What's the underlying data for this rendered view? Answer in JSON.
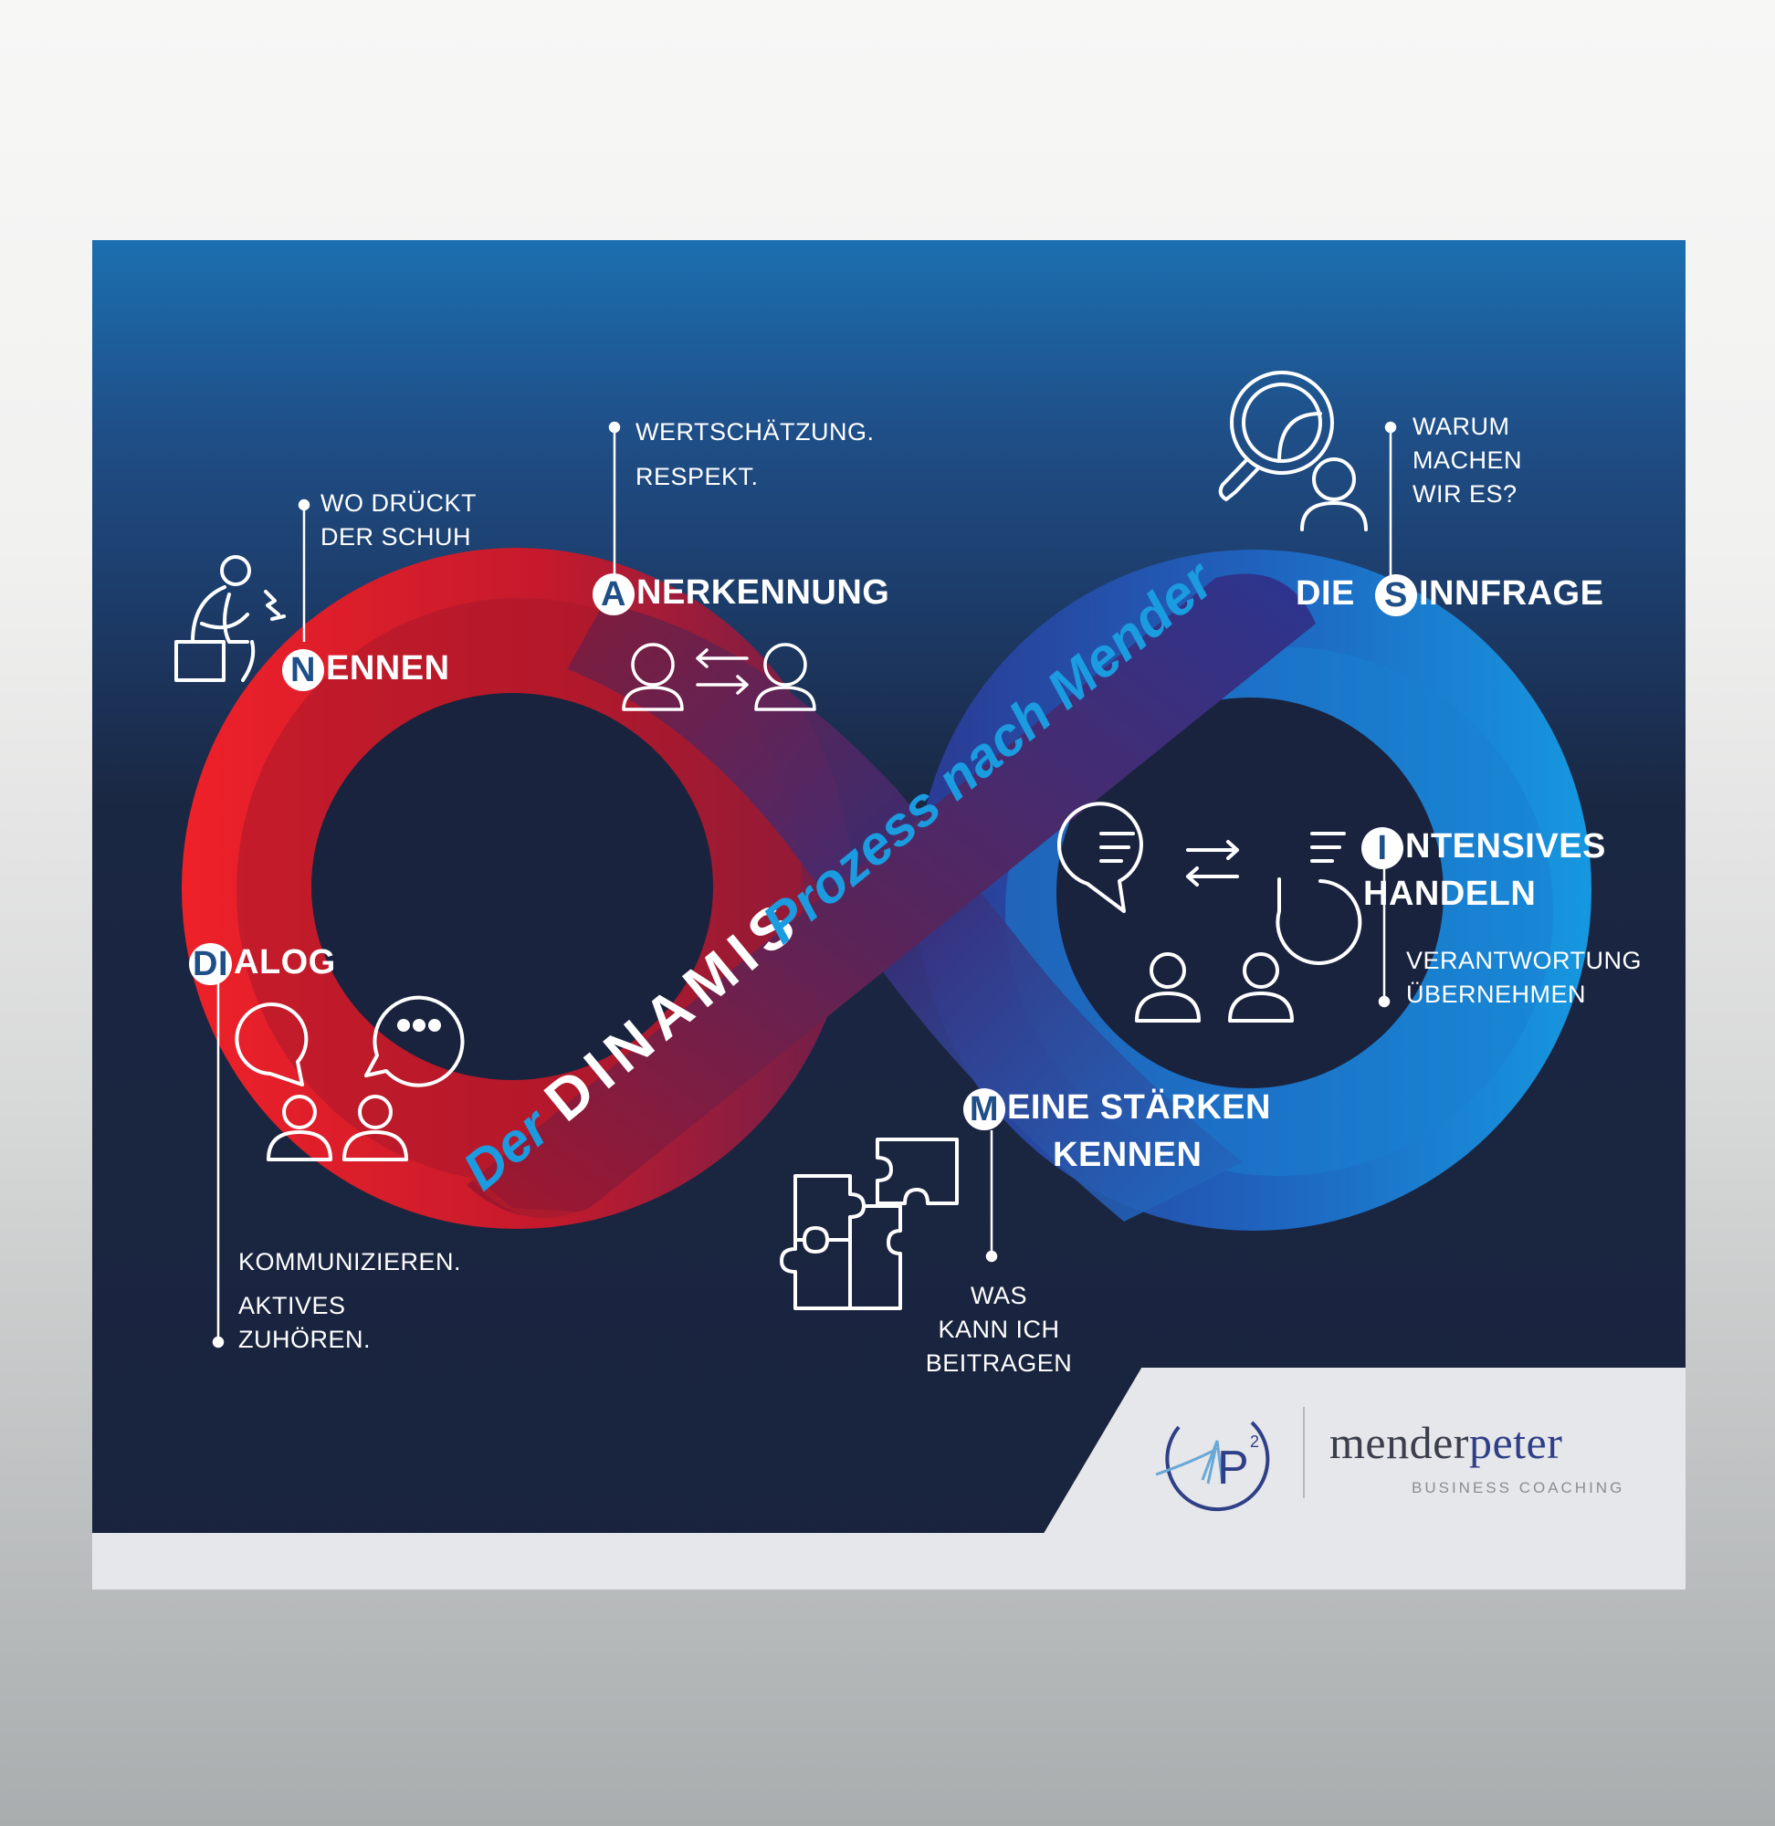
{
  "title": {
    "prefix": "Der",
    "main": "DINAMIS",
    "suffix": "Prozess nach Mender"
  },
  "steps": [
    {
      "id": "N",
      "badge": "N",
      "heading_rest": "ENNEN",
      "note": [
        "WO DRÜCKT",
        "DER SCHUH"
      ],
      "icon": "person-pain-icon"
    },
    {
      "id": "A",
      "badge": "A",
      "heading_rest": "NERKENNUNG",
      "note": [
        "WERTSCHÄTZUNG.",
        "RESPEKT."
      ],
      "icon": "people-exchange-icon"
    },
    {
      "id": "S",
      "heading_pre": "DIE",
      "badge": "S",
      "heading_rest": "INNFRAGE",
      "note": [
        "WARUM",
        "MACHEN",
        "WIR ES?"
      ],
      "icon": "magnifier-person-icon"
    },
    {
      "id": "I",
      "badge": "I",
      "heading_rest": "NTENSIVES",
      "heading_line2": "HANDELN",
      "note": [
        "VERANTWORTUNG",
        "ÜBERNEHMEN"
      ],
      "icon": "conversation-exchange-icon"
    },
    {
      "id": "M",
      "badge": "M",
      "heading_rest": "EINE STÄRKEN",
      "heading_line2": "KENNEN",
      "note": [
        "WAS",
        "KANN ICH",
        "BEITRAGEN"
      ],
      "icon": "puzzle-icon"
    },
    {
      "id": "DI",
      "badge": "DI",
      "heading_rest": "ALOG",
      "note": [
        "KOMMUNIZIEREN.",
        "AKTIVES",
        "ZUHÖREN."
      ],
      "icon": "dialog-people-icon"
    }
  ],
  "brand": {
    "name_part1": "mender",
    "name_part2": "peter",
    "tagline": "BUSINESS   COACHING",
    "logo_mark": "P",
    "logo_sup": "2"
  },
  "colors": {
    "red": "#e31e24",
    "dark_red": "#8e1830",
    "blue": "#1a8fdc",
    "navy": "#19233e",
    "badge_text": "#1f4f88",
    "title_blue": "#1b9be0"
  }
}
